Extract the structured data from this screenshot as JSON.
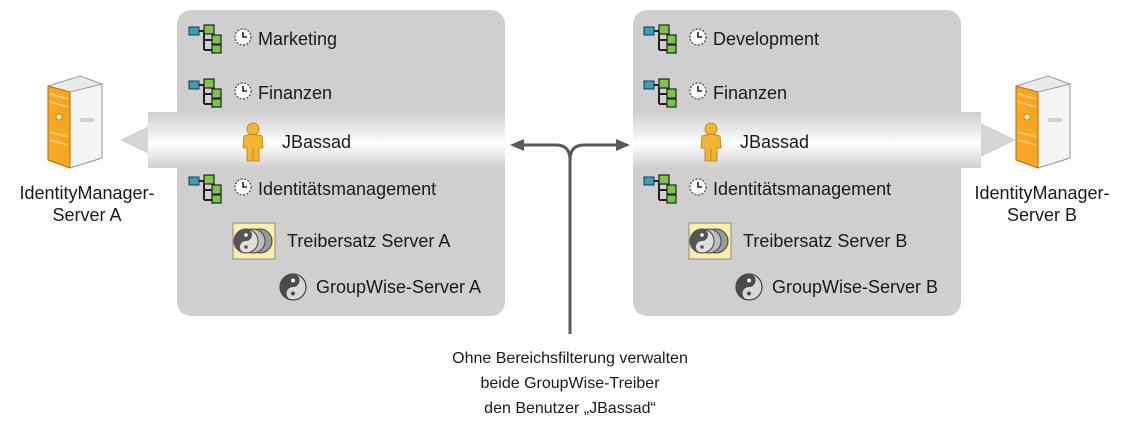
{
  "server_a": {
    "line1": "IdentityManager-",
    "line2": "Server A"
  },
  "server_b": {
    "line1": "IdentityManager-",
    "line2": "Server B"
  },
  "panel_a": {
    "items": [
      {
        "label": "Marketing"
      },
      {
        "label": "Finanzen"
      },
      {
        "label": "JBassad"
      },
      {
        "label": "Identitätsmanagement"
      },
      {
        "label": "Treibersatz Server A"
      },
      {
        "label": "GroupWise-Server A"
      }
    ]
  },
  "panel_b": {
    "items": [
      {
        "label": "Development"
      },
      {
        "label": "Finanzen"
      },
      {
        "label": "JBassad"
      },
      {
        "label": "Identitätsmanagement"
      },
      {
        "label": "Treibersatz Server B"
      },
      {
        "label": "GroupWise-Server B"
      }
    ]
  },
  "caption": {
    "line1": "Ohne Bereichsfilterung verwalten",
    "line2": "beide GroupWise-Treiber",
    "line3": "den Benutzer „JBassad“"
  }
}
